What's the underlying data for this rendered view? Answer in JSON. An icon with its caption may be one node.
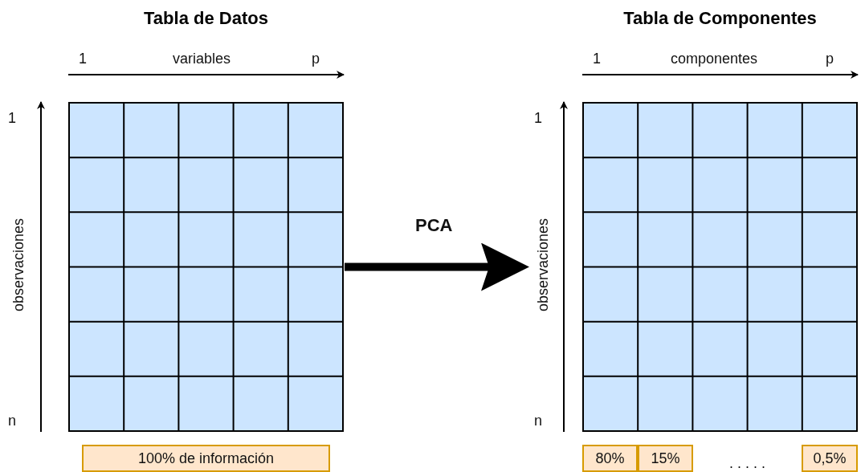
{
  "diagram": {
    "nodes": [
      {
        "text": [
          "Tabla de Datos"
        ]
      },
      {
        "text": [
          "Tabla de Componentes"
        ]
      },
      {
        "text": [
          "100% de información"
        ]
      },
      {
        "text": [
          "80%"
        ]
      },
      {
        "text": [
          "15%"
        ]
      },
      {
        "text": [
          "0,5%"
        ]
      }
    ],
    "edges": [
      {
        "from": 0,
        "to": 1,
        "arrow": "to",
        "label": "PCA"
      }
    ],
    "labels": [
      "1",
      "variables",
      "p",
      "1",
      "componentes",
      "p",
      "1",
      "observaciones",
      "n",
      "1",
      "observaciones",
      "n",
      ". . . . ."
    ]
  }
}
